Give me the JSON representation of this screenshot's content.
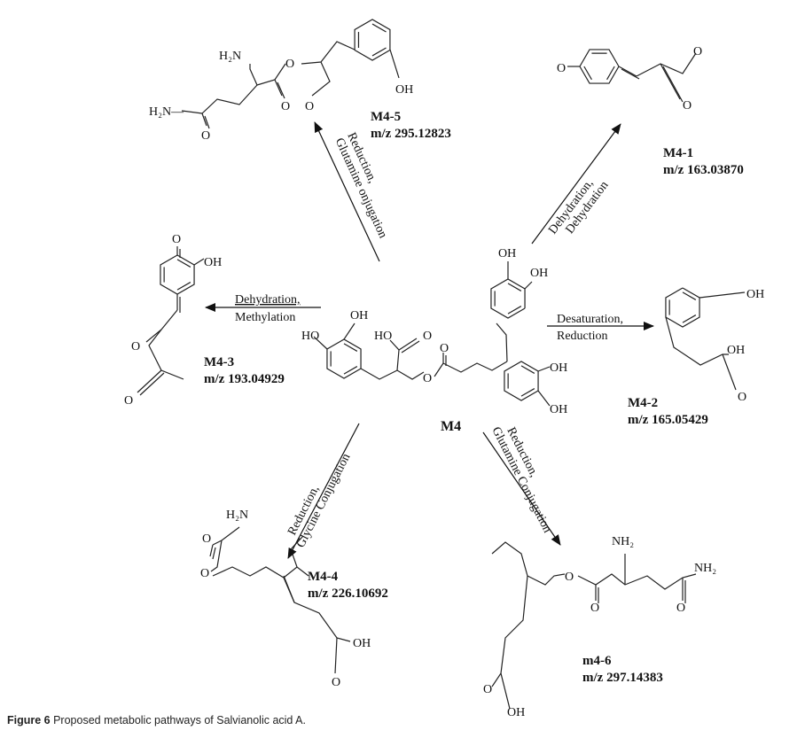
{
  "figure": {
    "caption_label": "Figure 6",
    "caption_text": " Proposed metabolic pathways of Salvianolic acid A."
  },
  "parent": {
    "name": "M4"
  },
  "metabolites": [
    {
      "id": "M4-5",
      "mz": "m/z 295.12823",
      "reaction_1": "Reduction,",
      "reaction_2": "Glutamine onjugation"
    },
    {
      "id": "M4-1",
      "mz": "m/z 163.03870",
      "reaction_1": "Dehydration,",
      "reaction_2": "Dehydration"
    },
    {
      "id": "M4-3",
      "mz": "m/z 193.04929",
      "reaction_1": "Dehydration,",
      "reaction_2": "Methylation"
    },
    {
      "id": "M4-2",
      "mz": "m/z 165.05429",
      "reaction_1": "Desaturation,",
      "reaction_2": "Reduction"
    },
    {
      "id": "M4-4",
      "mz": "m/z 226.10692",
      "reaction_1": "Reduction,",
      "reaction_2": "Glycine Conjugation"
    },
    {
      "id": "m4-6",
      "mz": "m/z 297.14383",
      "reaction_1": "Reduction,",
      "reaction_2": "Glutamine Conjugation"
    }
  ],
  "atoms": {
    "oh": "OH",
    "ho": "HO",
    "o": "O",
    "h2n": "H₂N",
    "h2n_dash": "H₂N—",
    "nh2": "NH₂"
  }
}
